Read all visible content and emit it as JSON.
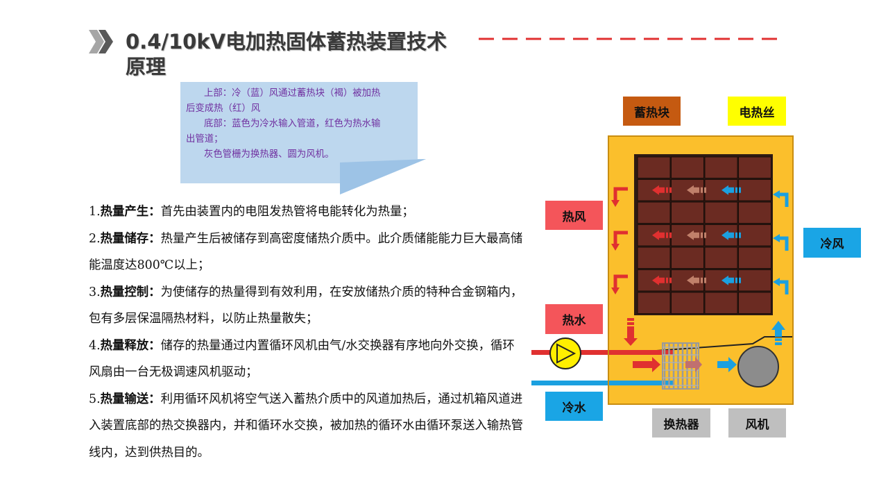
{
  "slide": {
    "title_line1": "0.4/10kV电加热固体蓄热装置技术",
    "title_line2": "原理"
  },
  "note": {
    "lines": [
      "上部：冷（蓝）风通过蓄热块（褐）被加热",
      "后变成热（红）风",
      "底部：蓝色为冷水输入管道，红色为热水输",
      "出管道；",
      "灰色管栅为换热器、圆为风机。"
    ]
  },
  "items": [
    {
      "num": "1.",
      "head": "热量产生：",
      "text": "首先由装置内的电阻发热管将电能转化为热量；"
    },
    {
      "num": "2.",
      "head": "热量储存：",
      "text": "热量产生后被储存到高密度储热介质中。此介质储能能力巨大最高储能温度达800℃以上；"
    },
    {
      "num": "3.",
      "head": "热量控制：",
      "text": "为使储存的热量得到有效利用，在安放储热介质的特种合金钢箱内，包有多层保温隔热材料，以防止热量散失；"
    },
    {
      "num": "4.",
      "head": "热量释放：",
      "text": "储存的热量通过内置循环风机由气/水交换器有序地向外交换，循环风扇由一台无极调速风机驱动；"
    },
    {
      "num": "5.",
      "head": "热量输送：",
      "text": "利用循环风机将空气送入蓄热介质中的风道加热后，通过机箱风道进入装置底部的热交换器内，并和循环水交换，被加热的循环水由循环泵送入输热管线内，达到供热目的。"
    }
  ],
  "diagram_labels": {
    "storage_block": "蓄热块",
    "heating_wire": "电热丝",
    "hot_air": "热风",
    "cold_air": "冷风",
    "hot_water": "热水",
    "cold_water": "冷水",
    "heat_exchanger": "换热器",
    "fan": "风机"
  },
  "colors": {
    "storage_block": "#c55a11",
    "heating_wire": "#ffff00",
    "hot_label": "#f4555a",
    "cold_label": "#1aa5e5",
    "gray_label": "#bfbfbf",
    "box": "#fbbf2c",
    "brick": "#6b2b22",
    "note_fill": "#bdd7ee",
    "accent_red": "#e03030"
  }
}
